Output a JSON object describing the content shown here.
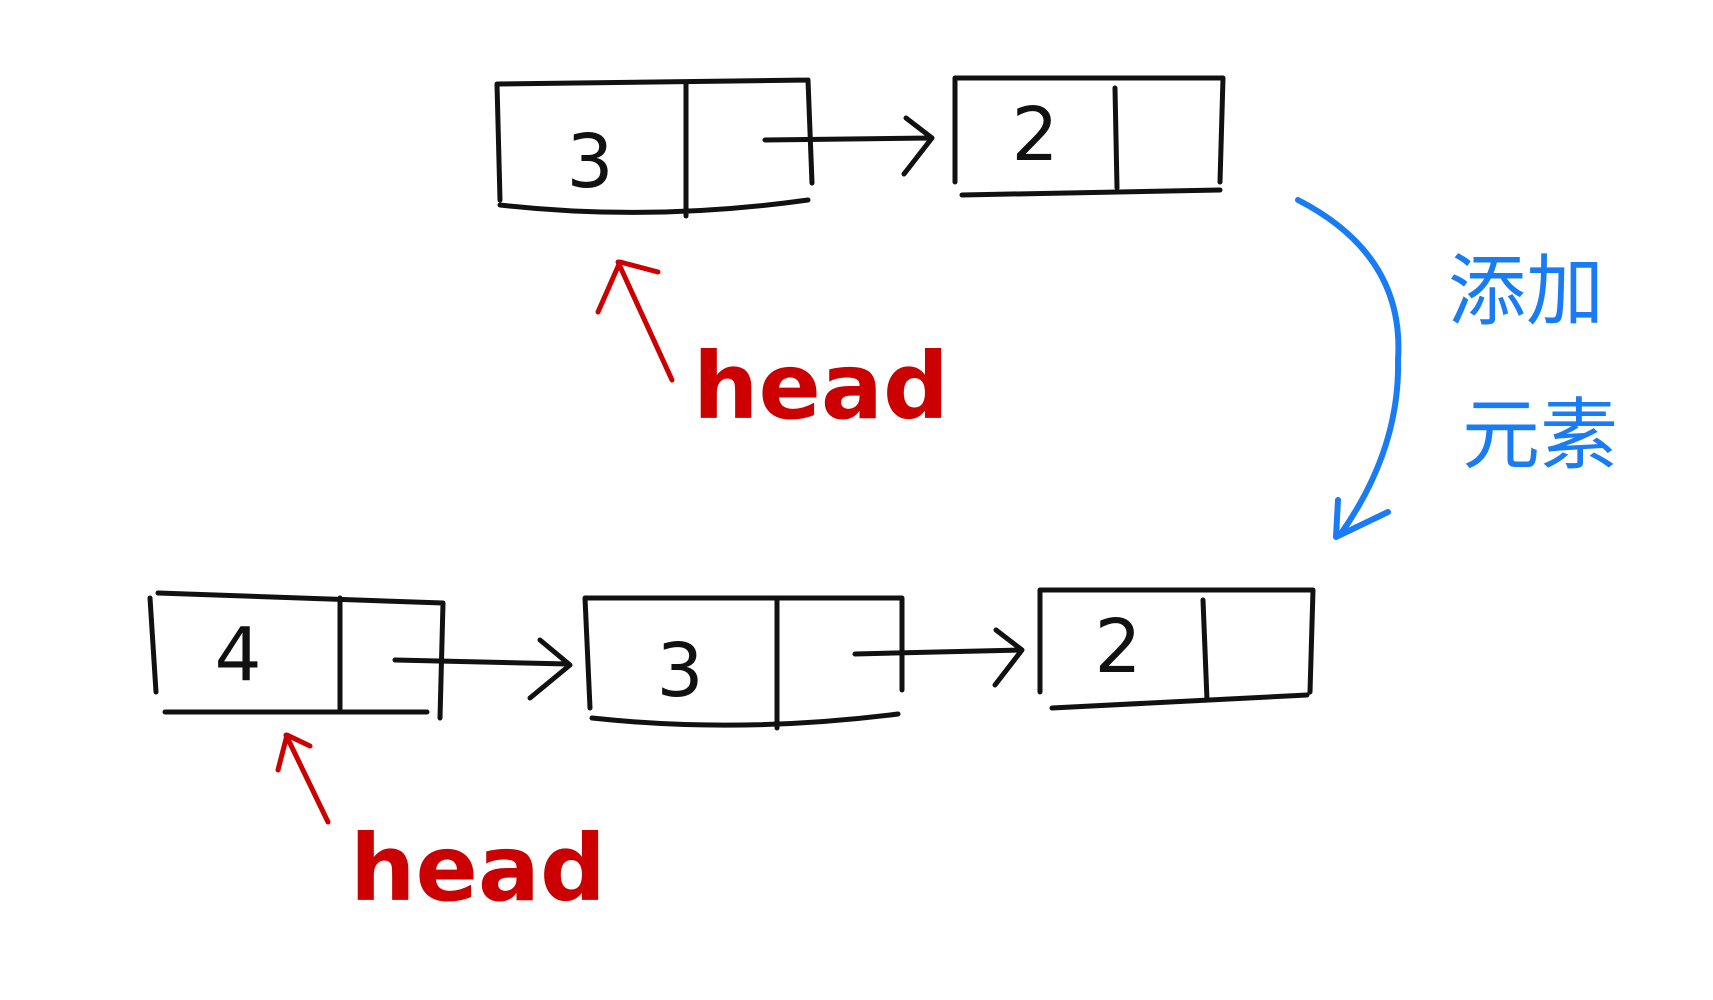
{
  "colors": {
    "ink": "#111111",
    "head": "#cc0000",
    "operation": "#1a7cf5"
  },
  "before": {
    "nodes": [
      {
        "value": "3"
      },
      {
        "value": "2"
      }
    ],
    "head_label": "head"
  },
  "operation": {
    "label_line1": "添加",
    "label_line2": "元素"
  },
  "after": {
    "nodes": [
      {
        "value": "4"
      },
      {
        "value": "3"
      },
      {
        "value": "2"
      }
    ],
    "head_label": "head"
  }
}
